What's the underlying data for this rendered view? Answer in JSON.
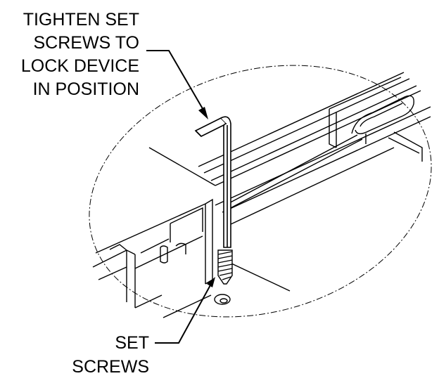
{
  "callouts": {
    "tighten": {
      "lines": [
        "TIGHTEN SET",
        "SCREWS TO",
        "LOCK DEVICE",
        "IN POSITION"
      ]
    },
    "set_screws": {
      "lines": [
        "SET",
        "SCREWS"
      ]
    }
  },
  "colors": {
    "line": "#000000",
    "background": "#ffffff"
  }
}
